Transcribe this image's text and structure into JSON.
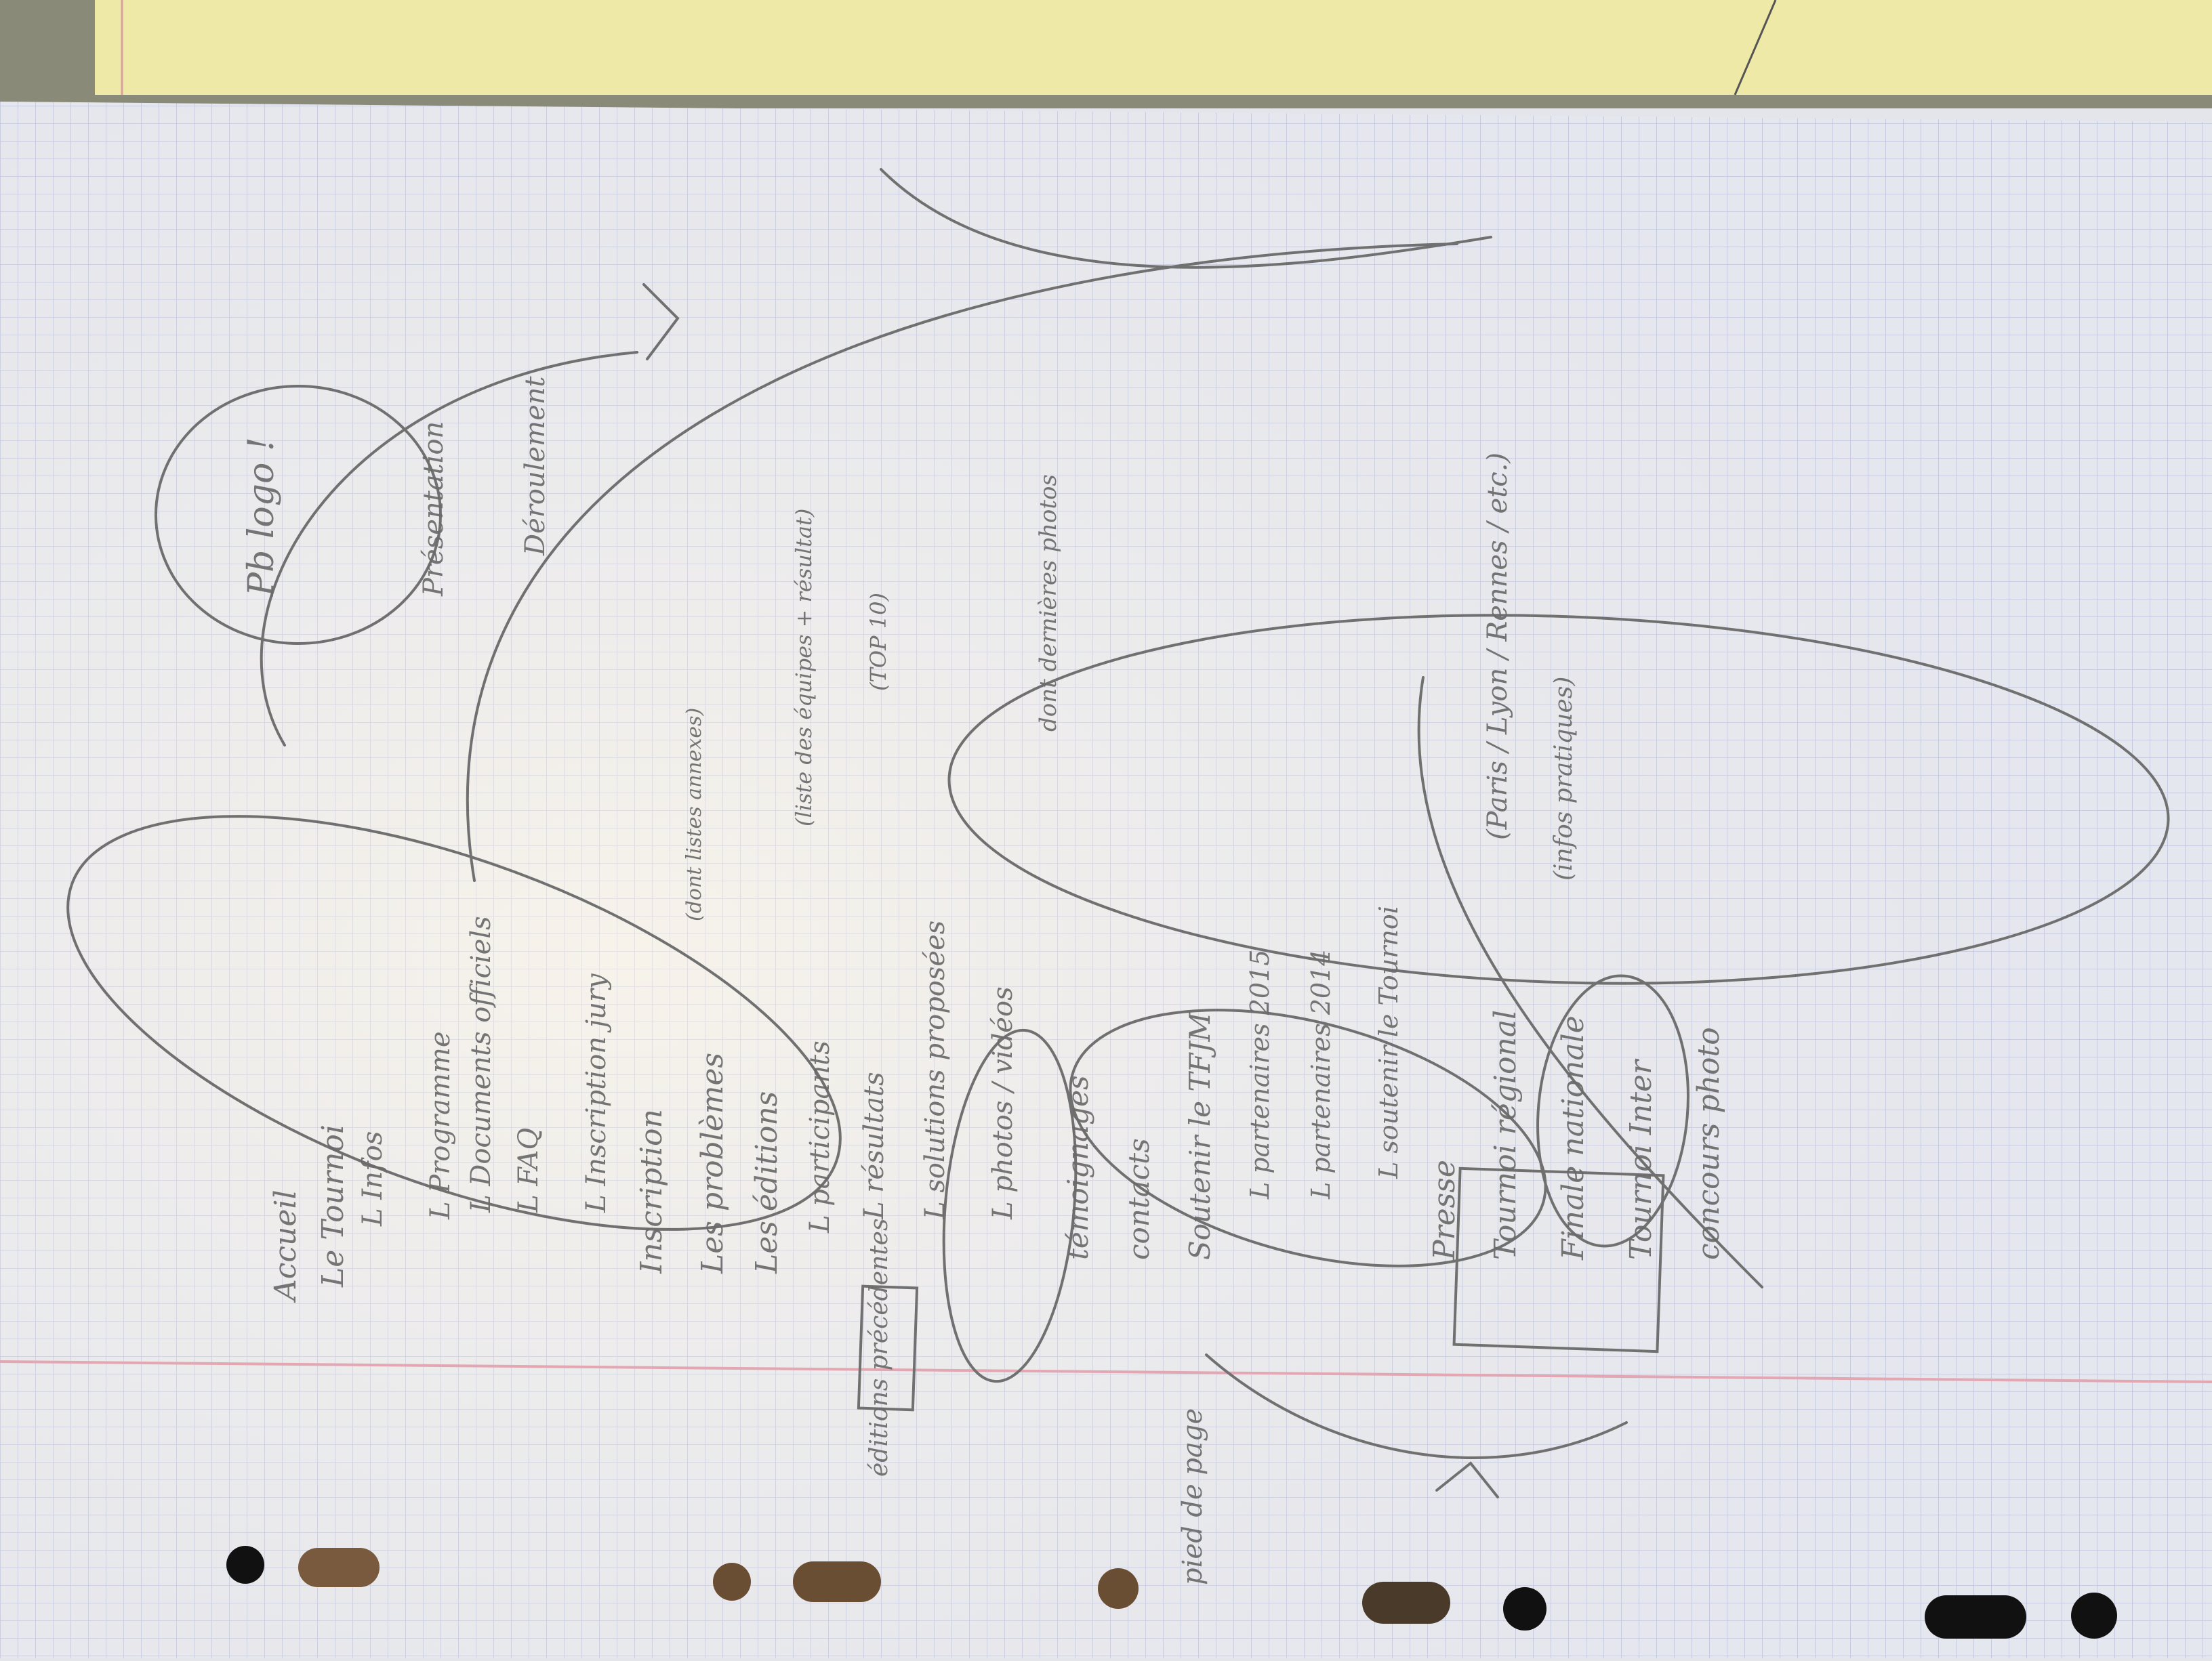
{
  "photo": {
    "subject": "pencil-site-map-sketch-on-grid-paper",
    "colors": {
      "paper": "#eef0f6",
      "grid": "#b9bfdc",
      "margin_line": "#e3a7b4",
      "pencil": "#6a6a6a",
      "yellow_pad": "#efe9a8",
      "table": "#9b7b5e",
      "punch_hole": "#111111"
    }
  },
  "sitemap": {
    "accueil": "Accueil",
    "tournoi": {
      "label": "Le Tournoi",
      "infos": "L Infos",
      "programme": "L Programme",
      "documents": "L Documents officiels",
      "faq": "L FAQ",
      "jury": "L Inscription jury"
    },
    "inscription": "Inscription",
    "problemes": "Les problèmes",
    "problemes_note": "(dont listes annexes)",
    "editions": "Les éditions",
    "editions_sub": {
      "participants": "L participants",
      "participants_note": "(liste des équipes + résultat)",
      "resultats": "L résultats",
      "resultats_note": "(TOP 10)",
      "solutions": "L solutions proposées",
      "photos": "L photos / vidéos",
      "photos_note": "dont dernières photos"
    },
    "temoignages": "témoignages",
    "contacts": "contacts",
    "soutenir": {
      "label": "Soutenir le TFJM",
      "p2015": "L partenaires 2015",
      "p2014": "L partenaires 2014",
      "soutenir_tournoi": "L soutenir le Tournoi"
    },
    "presse": "Presse",
    "regional": "Tournoi régional",
    "regional_note": "(Paris / Lyon / Rennes / etc.)",
    "finale": "Finale nationale",
    "finale_note": "(infos pratiques)",
    "inter": "Tournoi Inter",
    "concours": "concours photo",
    "bubble_presentation": "Présentation",
    "bubble_deroulement": "Déroulement",
    "logo": "Pb logo !",
    "editions_precedentes": "éditions précédentes",
    "pied_de_page": "pied de page"
  }
}
